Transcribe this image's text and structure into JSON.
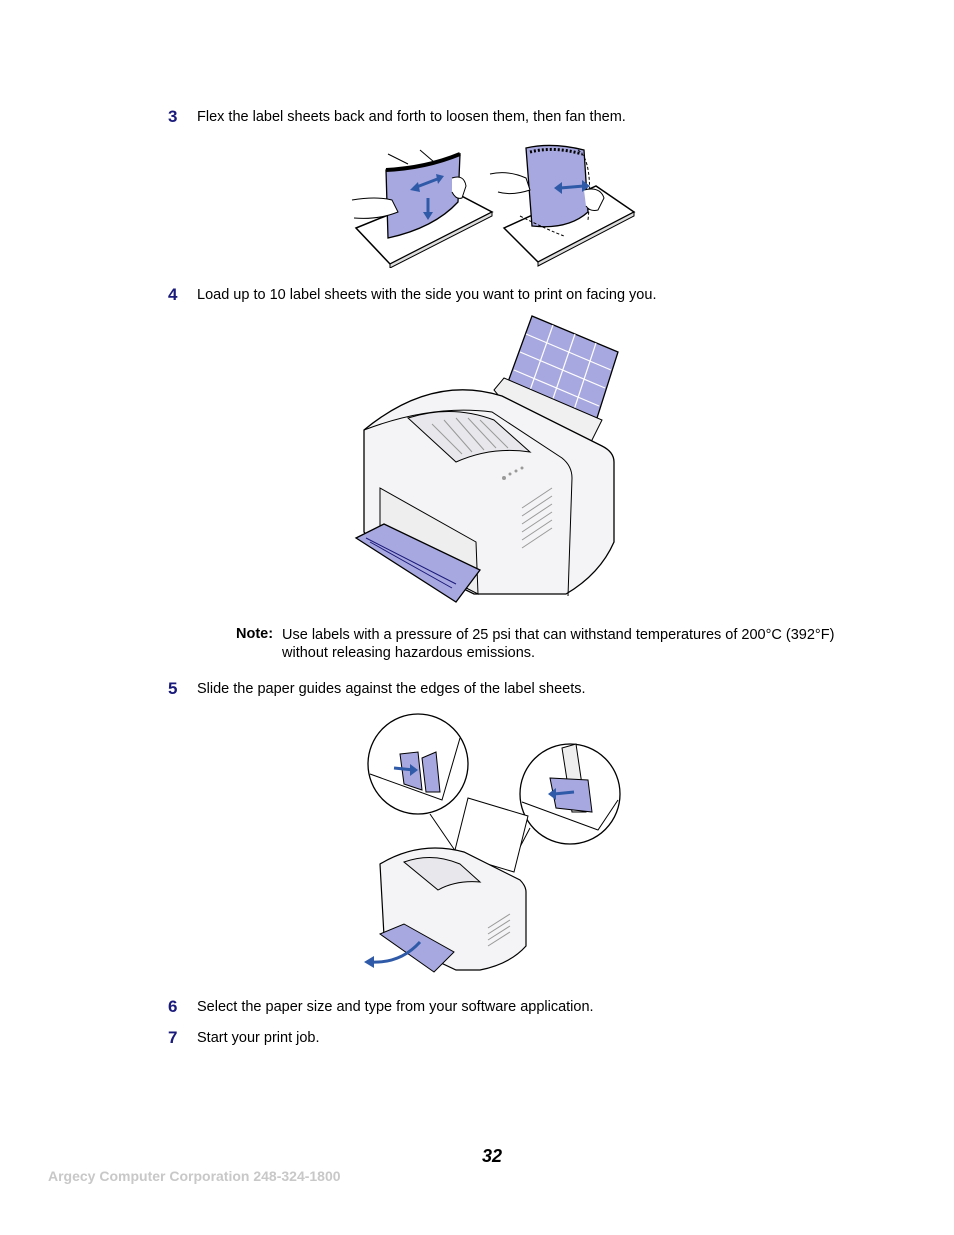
{
  "steps": [
    {
      "number": "3",
      "text": "Flex the label sheets back and forth to loosen them, then fan them."
    },
    {
      "number": "4",
      "text": "Load up to 10 label sheets with the side you want to print on facing you."
    },
    {
      "number": "5",
      "text": "Slide the paper guides against the edges of the label sheets."
    },
    {
      "number": "6",
      "text": "Select the paper size and type from your software application."
    },
    {
      "number": "7",
      "text": "Start your print job."
    }
  ],
  "note": {
    "label": "Note:",
    "text": "Use labels with a pressure of 25 psi that can withstand temperatures of 200°C (392°F) without releasing hazardous emissions."
  },
  "page_number": "32",
  "footer": "Argecy Computer Corporation 248-324-1800",
  "colors": {
    "step_number": "#1a1a7a",
    "paper_fill": "#a8a8e0",
    "arrow": "#2f5aa8",
    "footer": "#c8c8c8"
  }
}
